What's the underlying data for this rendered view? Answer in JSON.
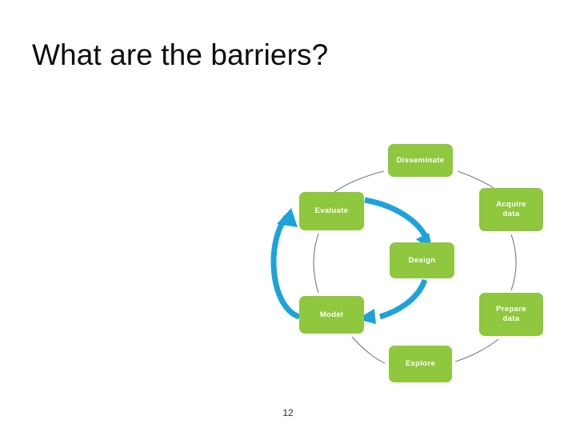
{
  "slide": {
    "title": "What are the barriers?",
    "page_number": "12"
  },
  "colors": {
    "node_green": "#8FC73E",
    "arrow_blue": "#1CA3DC",
    "connector_gray": "#6E7B8B",
    "node_text": "#FFFFFF",
    "title_text": "#0D0D0D",
    "background": "#FFFFFF"
  },
  "diagram": {
    "type": "cycle",
    "center_node": {
      "label": "Design"
    },
    "ring_nodes": [
      {
        "id": "disseminate",
        "label": "Disseminate",
        "position": "top"
      },
      {
        "id": "acquire",
        "label": "Acquire\ndata",
        "line1": "Acquire",
        "line2": "data",
        "position": "upper-right"
      },
      {
        "id": "prepare",
        "label": "Prepare\ndata",
        "line1": "Prepare",
        "line2": "data",
        "position": "lower-right"
      },
      {
        "id": "explore",
        "label": "Explore",
        "position": "bottom"
      },
      {
        "id": "model",
        "label": "Model",
        "position": "lower-left"
      },
      {
        "id": "evaluate",
        "label": "Evaluate",
        "position": "upper-left"
      }
    ],
    "arrows": [
      {
        "from": "model",
        "to": "evaluate",
        "style": "thick-blue-curved"
      },
      {
        "from": "evaluate",
        "to": "design",
        "style": "thick-blue-curved"
      },
      {
        "from": "design",
        "to": "model",
        "style": "thick-blue-curved"
      }
    ],
    "connectors": "thin gray arcs linking the six ring nodes"
  }
}
